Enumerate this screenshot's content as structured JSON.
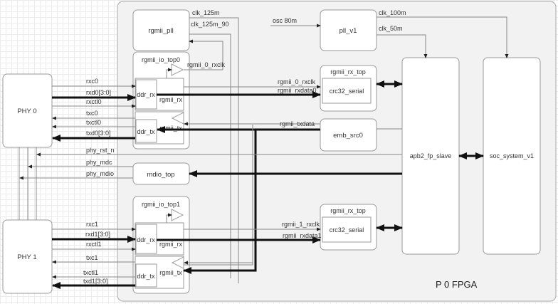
{
  "fpga": {
    "label": "P 0   FPGA"
  },
  "blocks": {
    "phy0": "PHY 0",
    "phy1": "PHY 1",
    "rgmii_pll": "rgmii_pll",
    "rgmii_io_top0": "rgmii_io_top0",
    "rgmii_io_top1": "rgmii_io_top1",
    "ddr_rx": "ddr_rx",
    "ddr_tx": "ddr_tx",
    "rgmii_rx": "rgmii_rx",
    "rgmii_tx": "rgmii_tx",
    "pll_v1": "pll_v1",
    "rgmii_rx_top": "rgmii_rx_top",
    "crc32_serial": "crc32_serial",
    "emb_src0": "emb_src0",
    "mdio_top": "mdio_top",
    "apb2_fp_slave": "apb2_fp_slave",
    "soc_system_v1": "soc_system_v1"
  },
  "signals": {
    "clk_125m": "clk_125m",
    "clk_125m_90": "clk_125m_90",
    "rgmii_0_rxclk_top": "rgmii_0_rxclk",
    "osc": "osc  80m",
    "clk_100m": "clk_100m",
    "clk_50m": "clk_50m",
    "rxc0": "rxc0",
    "rxd0": "rxd0[3:0]",
    "rxctl0": "rxctl0",
    "txc0": "txc0",
    "txctl0": "txctl0",
    "txd0": "txd0[3:0]",
    "rgmii_0_rxclk": "rgmii_0_rxclk",
    "rgmii_rxdata0": "rgmii_rxdata0",
    "rgmii_txdata": "rgmii_txdata",
    "phy_rst_n": "phy_rst_n",
    "phy_mdc": "phy_mdc",
    "phy_mdio": "phy_mdio",
    "rxc1": "rxc1",
    "rxd1": "rxd1[3:0]",
    "rxctl1": "rxctl1",
    "txc1": "txc1",
    "txctl1": "txctl1",
    "txd1": "txd1[3:0]",
    "rgmii_1_rxclk": "rgmii_1_rxclk",
    "rgmii_rxdata1": "rgmii_rxdata1"
  }
}
